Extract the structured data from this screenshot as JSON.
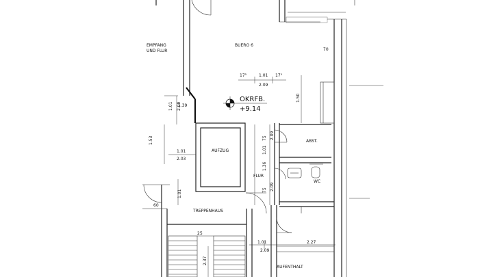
{
  "rooms": {
    "empfang_line1": "EMPFANG",
    "empfang_line2": "UND FLUR",
    "buero": "BUERO 6",
    "aufzug": "AUFZUG",
    "abst": "ABST.",
    "flur": "FLUR",
    "wc": "WC",
    "treppenhaus": "TREPPENHAUS",
    "aufenthalt": "AUFENTHALT"
  },
  "level_marker": {
    "label": "OKRFB.",
    "value": "+9.14"
  },
  "dimensions": {
    "d70": "70",
    "d17_5a": "17⁵",
    "d101a": "1.01",
    "d17_5b": "17⁵",
    "d209a": "2.09",
    "d150": "1.50",
    "d101b": "1.01",
    "d139": "1.39",
    "d209b": "2.09",
    "d101c": "1.01",
    "d203": "2.03",
    "d153": "1.53",
    "d75a": "75",
    "d209c": "2.09",
    "d101d": "1.01",
    "d136": "1.36",
    "d75b": "75",
    "d209d": "2.09",
    "d101e": "1.01",
    "d60": "60",
    "d101f": "1.01",
    "d209e": "2.09",
    "d227": "2.27",
    "d237": "2.37",
    "d25": "25"
  }
}
